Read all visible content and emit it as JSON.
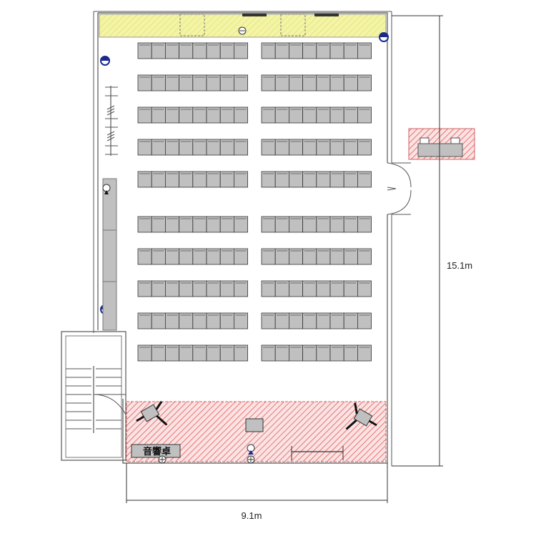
{
  "dimensions": {
    "width_label": "9.1m",
    "depth_label": "15.1m"
  },
  "stage": {
    "sound_desk_label": "音響卓"
  },
  "seating": {
    "block_count": 2,
    "seats_per_row_per_block": 8,
    "rows_front_group": 5,
    "rows_back_group": 5
  },
  "colors": {
    "stage_hatch": "#e05a5a",
    "screen_area_fill": "#f4f4a6",
    "seat_fill": "#c0c0c0",
    "wall_stroke": "#555555",
    "fixture_blue": "#1a2a8a"
  }
}
